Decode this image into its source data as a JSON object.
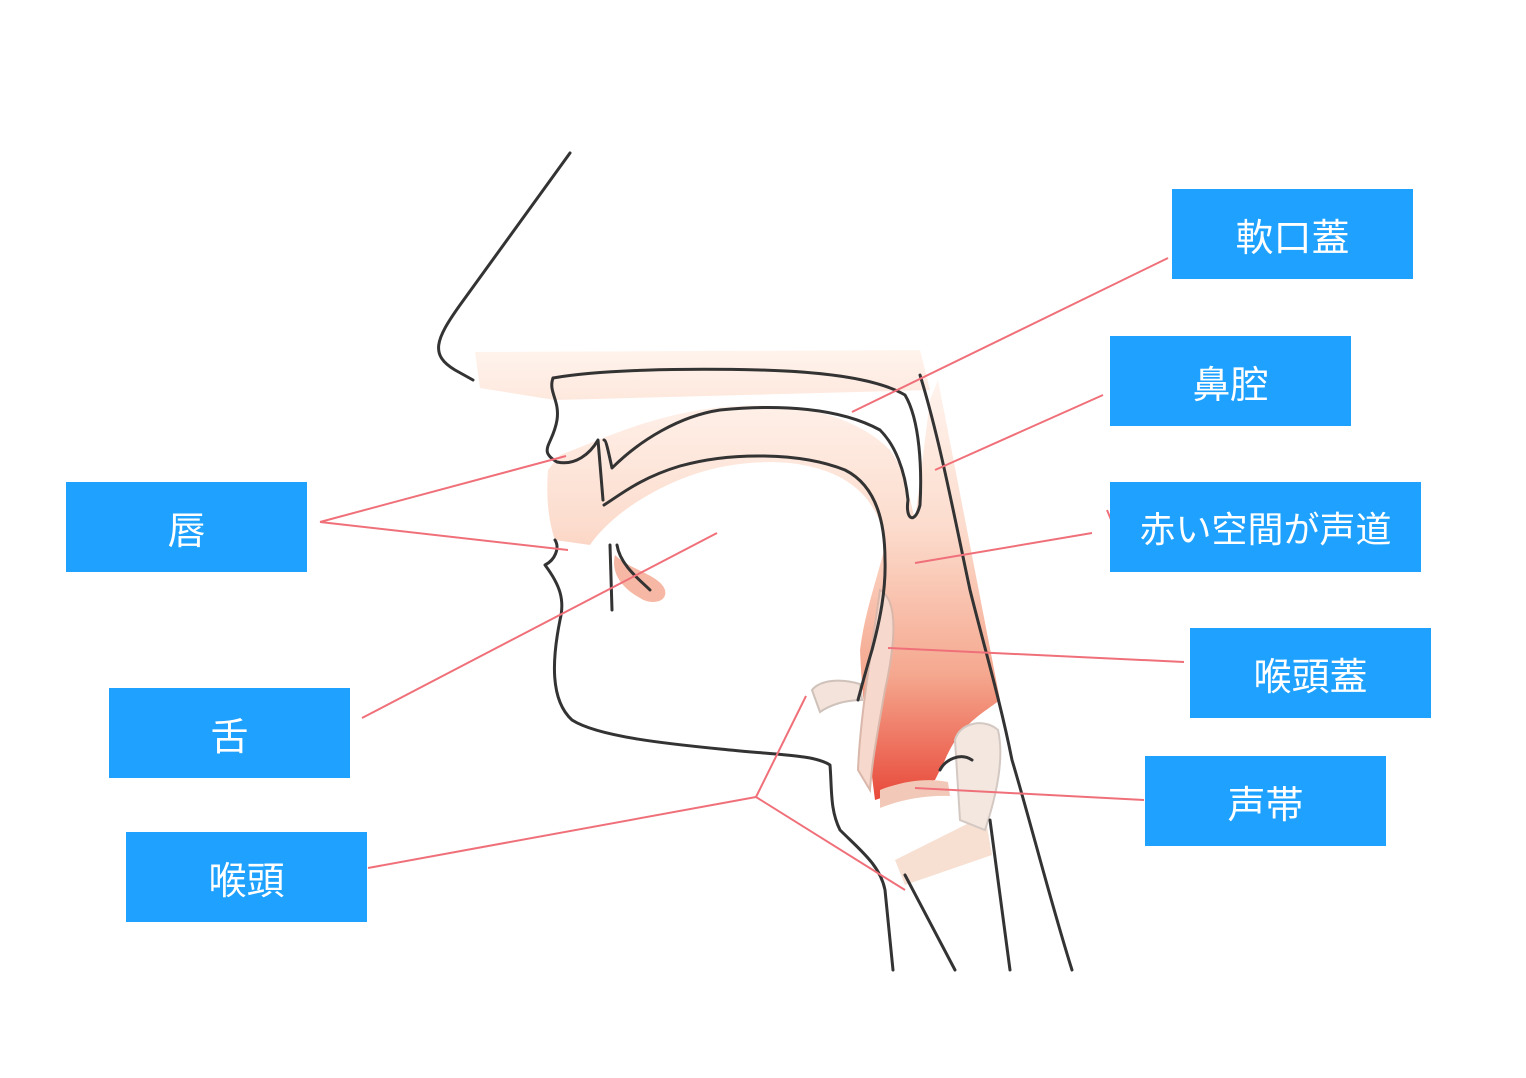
{
  "labels": {
    "soft_palate": "軟口蓋",
    "nasal_cavity": "鼻腔",
    "vocal_tract": "赤い空間が声道",
    "epiglottis": "喉頭蓋",
    "vocal_cords": "声帯",
    "lips": "唇",
    "tongue": "舌",
    "larynx": "喉頭"
  },
  "colors": {
    "label_bg": "#1ea1ff",
    "label_text": "#ffffff",
    "leader_line": "#f0707a",
    "outline": "#333333",
    "tract_light": "#fde6da",
    "tract_dark": "#e8493a"
  }
}
